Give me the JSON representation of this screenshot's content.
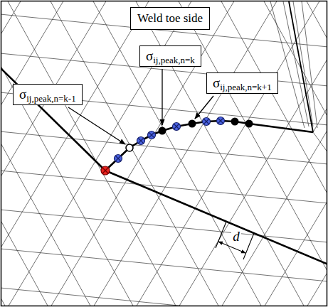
{
  "diagram": {
    "nodes": [
      {
        "text": [
          "Weld toe side"
        ]
      },
      {
        "text": [
          "σij,peak,n=k-1"
        ]
      },
      {
        "text": [
          "σij,peak,n=k"
        ]
      },
      {
        "text": [
          "σij,peak,n=k+1"
        ]
      }
    ],
    "labels": [
      "d"
    ]
  }
}
